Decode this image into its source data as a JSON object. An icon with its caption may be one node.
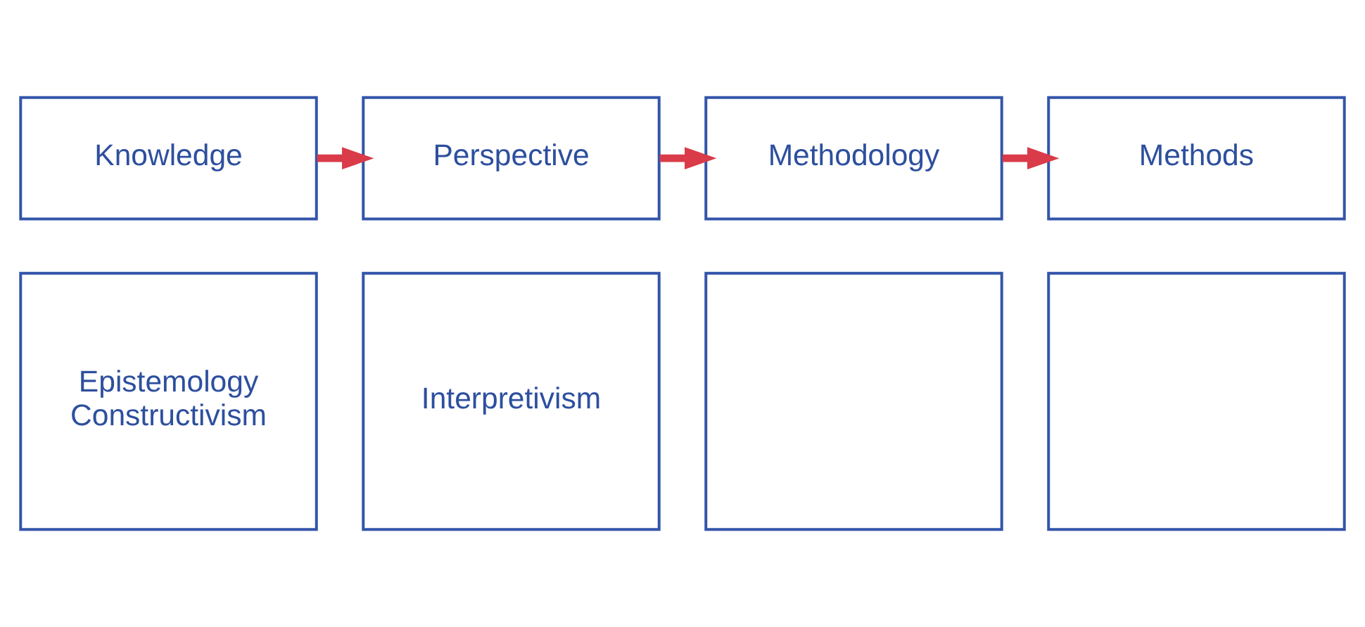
{
  "diagram": {
    "nodes": [
      {
        "text": [
          "Knowledge"
        ]
      },
      {
        "text": [
          "Perspective"
        ]
      },
      {
        "text": [
          "Methodology"
        ]
      },
      {
        "text": [
          "Methods"
        ]
      },
      {
        "text": [
          "Epistemology",
          "Constructivism"
        ]
      },
      {
        "text": [
          "Interpretivism"
        ]
      },
      {
        "text": [],
        "shape": "box"
      },
      {
        "text": [],
        "shape": "box"
      }
    ],
    "edges": [
      {
        "from": 0,
        "to": 1,
        "arrow": "to",
        "color": "#d93b48"
      },
      {
        "from": 1,
        "to": 2,
        "arrow": "to",
        "color": "#d93b48"
      },
      {
        "from": 2,
        "to": 3,
        "arrow": "to",
        "color": "#d93b48"
      }
    ]
  }
}
